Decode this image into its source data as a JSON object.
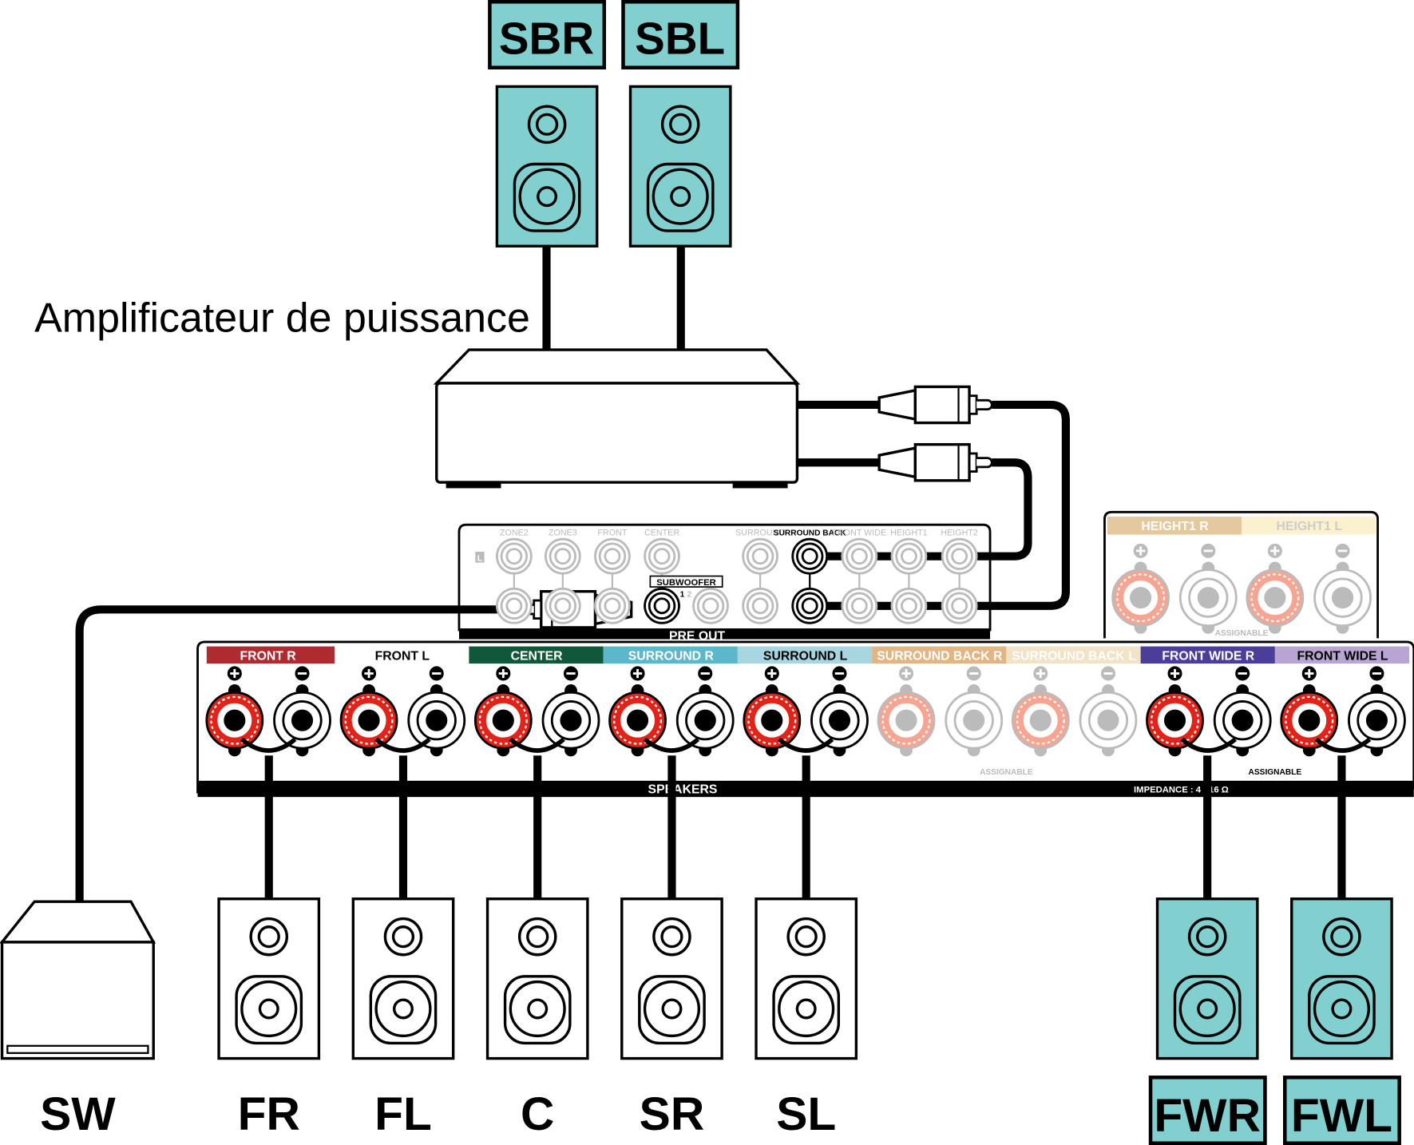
{
  "amplifier_label": "Amplificateur de puissance",
  "top_speakers": [
    {
      "label": "SBR",
      "color": "#82cfcf"
    },
    {
      "label": "SBL",
      "color": "#82cfcf"
    }
  ],
  "bottom_speakers": [
    {
      "label": "FR",
      "color": "#ffffff"
    },
    {
      "label": "FL",
      "color": "#ffffff"
    },
    {
      "label": "C",
      "color": "#ffffff"
    },
    {
      "label": "SR",
      "color": "#ffffff"
    },
    {
      "label": "SL",
      "color": "#ffffff"
    },
    {
      "label": "FWR",
      "color": "#82cfcf"
    },
    {
      "label": "FWL",
      "color": "#82cfcf"
    }
  ],
  "subwoofer_label": "SW",
  "pre_out": {
    "title": "PRE OUT",
    "side_badge": "L",
    "subwoofer_label": "SUBWOOFER",
    "subwoofer_nums": [
      "1",
      "2"
    ],
    "jacks": [
      "ZONE2",
      "ZONE3",
      "FRONT",
      "CENTER",
      "SURROUND",
      "SURROUND BACK",
      "FRONT WIDE",
      "HEIGHT1",
      "HEIGHT2"
    ],
    "active": "SURROUND BACK"
  },
  "height_panel": {
    "channels": [
      {
        "label": "HEIGHT1 R",
        "color": "#e3c99d"
      },
      {
        "label": "HEIGHT1 L",
        "color": "#fbf1cf"
      }
    ],
    "assignable": "ASSIGNABLE"
  },
  "speaker_panel": {
    "title": "SPEAKERS",
    "impedance": "IMPEDANCE : 4 - 16 Ω",
    "assignable": [
      "ASSIGNABLE",
      "ASSIGNABLE"
    ],
    "channels": [
      {
        "label": "FRONT R",
        "color": "#ae2b30",
        "text": "#ffffff",
        "active": true
      },
      {
        "label": "FRONT L",
        "color": "#ffffff",
        "text": "#000000",
        "active": true
      },
      {
        "label": "CENTER",
        "color": "#11583a",
        "text": "#ffffff",
        "active": true
      },
      {
        "label": "SURROUND R",
        "color": "#5db7cb",
        "text": "#ffffff",
        "active": true
      },
      {
        "label": "SURROUND L",
        "color": "#a7d5e0",
        "text": "#000000",
        "active": true
      },
      {
        "label": "SURROUND BACK R",
        "color": "#e2b684",
        "text": "#ffffff",
        "active": false
      },
      {
        "label": "SURROUND BACK L",
        "color": "#f2e2c6",
        "text": "#ffffff",
        "active": false
      },
      {
        "label": "FRONT WIDE R",
        "color": "#4a3e98",
        "text": "#ffffff",
        "active": true
      },
      {
        "label": "FRONT WIDE L",
        "color": "#b9a5d3",
        "text": "#000000",
        "active": true
      }
    ],
    "plus": "+",
    "minus": "−"
  }
}
